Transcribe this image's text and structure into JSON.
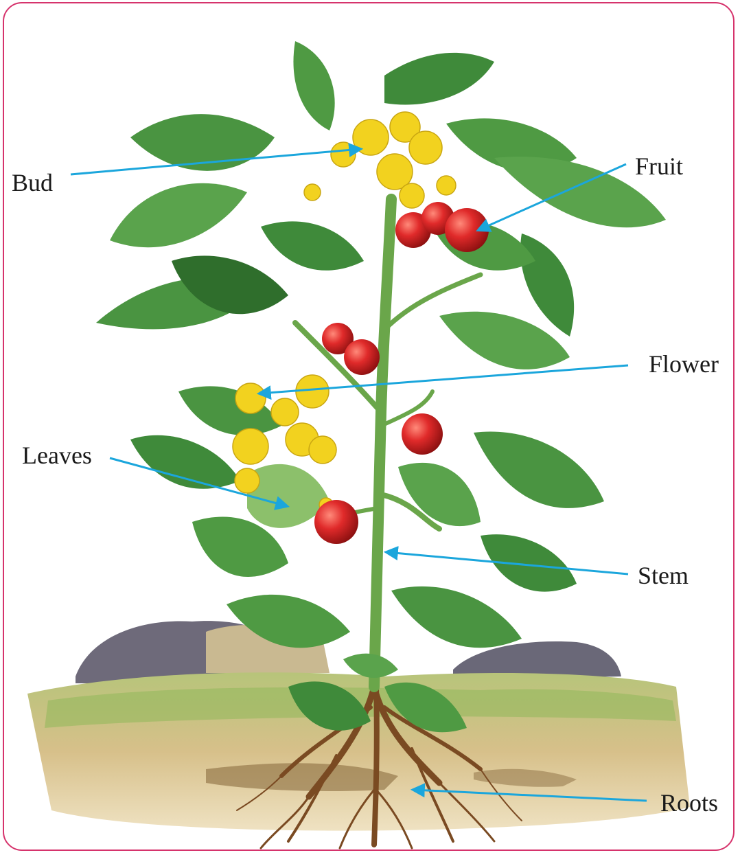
{
  "diagram": {
    "labels": {
      "bud": "Bud",
      "fruit": "Fruit",
      "flower": "Flower",
      "leaves": "Leaves",
      "stem": "Stem",
      "roots": "Roots"
    },
    "colors": {
      "border": "#d6336c",
      "pointer": "#1ba6dc",
      "leaf": "#4f9a43",
      "leaf_dark": "#2f6e2c",
      "flower": "#f2d21f",
      "fruit": "#d8262b",
      "root": "#7a4a22",
      "soil": "#c9b27a",
      "rock": "#6c6a78"
    }
  }
}
